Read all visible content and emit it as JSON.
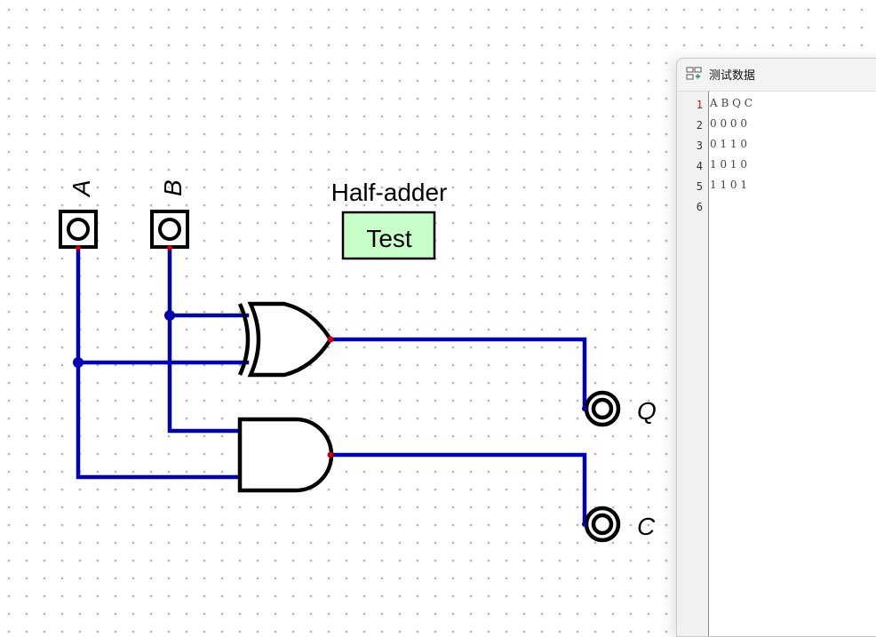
{
  "circuit": {
    "inputs": [
      {
        "label": "A",
        "state": "low"
      },
      {
        "label": "B",
        "state": "low"
      }
    ],
    "outputs": [
      {
        "label": "Q"
      },
      {
        "label": "C"
      }
    ],
    "gates": [
      {
        "type": "XOR",
        "inputs": [
          "B",
          "A"
        ],
        "output": "Q"
      },
      {
        "type": "AND",
        "inputs": [
          "B",
          "A"
        ],
        "output": "C"
      }
    ],
    "test_case": {
      "name": "Half-adder",
      "button_label": "Test"
    },
    "colors": {
      "wire": "#0000b2",
      "pin": "#cc0000",
      "test_fill": "#c8ffc8",
      "grid_dot": "#b9b9b9"
    }
  },
  "test_panel": {
    "title": "测试数据",
    "icon": "test-data-icon",
    "current_line": 1,
    "lines": [
      {
        "no": "1",
        "text": "A B Q C"
      },
      {
        "no": "2",
        "text": "0 0 0 0"
      },
      {
        "no": "3",
        "text": "0 1 1 0"
      },
      {
        "no": "4",
        "text": "1 0 1 0"
      },
      {
        "no": "5",
        "text": "1 1 0 1"
      },
      {
        "no": "6",
        "text": ""
      }
    ]
  }
}
